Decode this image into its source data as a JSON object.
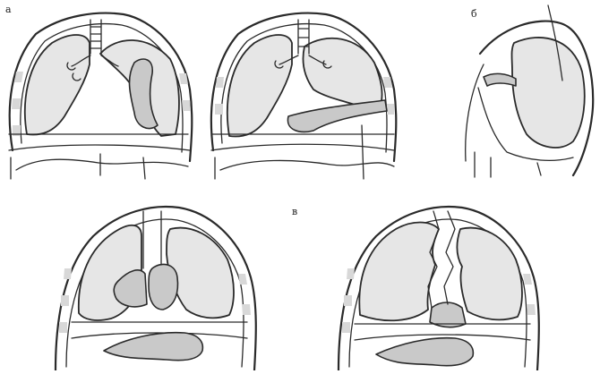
{
  "figure": {
    "panel_labels": {
      "a": "а",
      "b": "б",
      "v": "в"
    },
    "colors": {
      "outline": "#2a2a2a",
      "lung_fill": "#e6e6e6",
      "organ_fill": "#c9c9c9",
      "background": "#ffffff"
    }
  }
}
